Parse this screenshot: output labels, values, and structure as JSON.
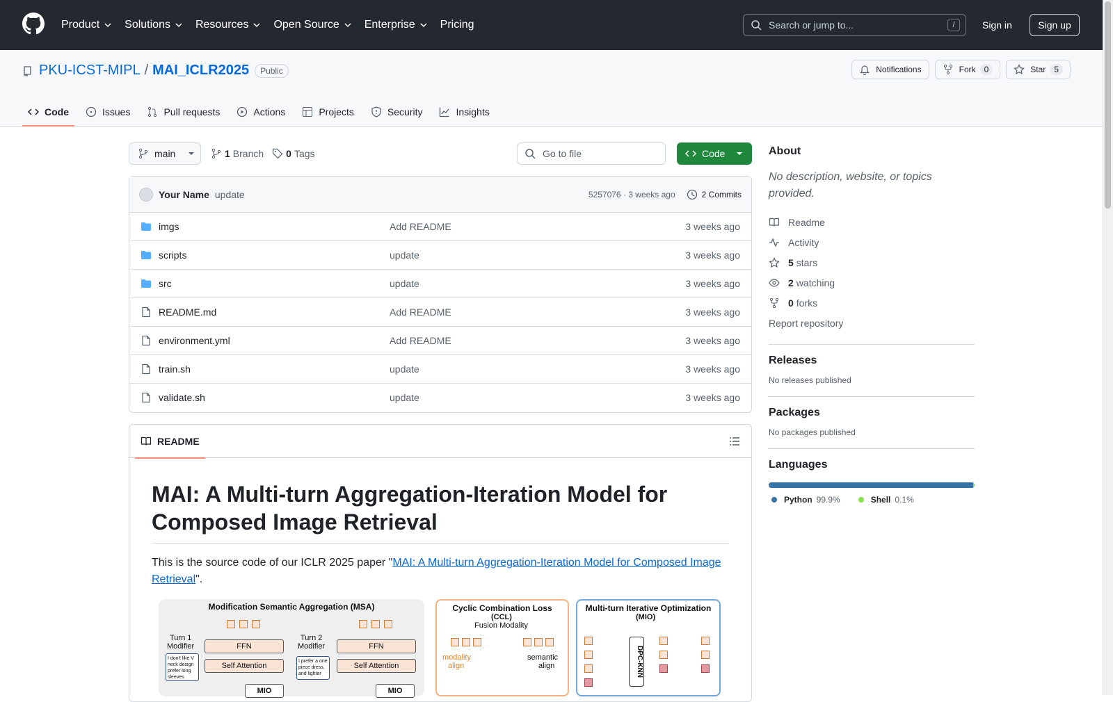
{
  "header": {
    "nav": [
      "Product",
      "Solutions",
      "Resources",
      "Open Source",
      "Enterprise",
      "Pricing"
    ],
    "search_placeholder": "Search or jump to...",
    "slash": "/",
    "signin": "Sign in",
    "signup": "Sign up"
  },
  "repo": {
    "owner": "PKU-ICST-MIPL",
    "sep": "/",
    "name": "MAI_ICLR2025",
    "visibility": "Public",
    "notifications": "Notifications",
    "fork": "Fork",
    "fork_count": "0",
    "star": "Star",
    "star_count": "5",
    "tabs": [
      "Code",
      "Issues",
      "Pull requests",
      "Actions",
      "Projects",
      "Security",
      "Insights"
    ]
  },
  "toolbar": {
    "branch": "main",
    "branch_count": "1",
    "branch_label": "Branch",
    "tag_count": "0",
    "tag_label": "Tags",
    "goto_placeholder": "Go to file",
    "code_btn": "Code"
  },
  "commit": {
    "author": "Your Name",
    "message": "update",
    "hash_time": "5257076 · 3 weeks ago",
    "commits": "2 Commits"
  },
  "files": [
    {
      "name": "imgs",
      "type": "dir",
      "message": "Add README",
      "date": "3 weeks ago"
    },
    {
      "name": "scripts",
      "type": "dir",
      "message": "update",
      "date": "3 weeks ago"
    },
    {
      "name": "src",
      "type": "dir",
      "message": "update",
      "date": "3 weeks ago"
    },
    {
      "name": "README.md",
      "type": "file",
      "message": "Add README",
      "date": "3 weeks ago"
    },
    {
      "name": "environment.yml",
      "type": "file",
      "message": "Add README",
      "date": "3 weeks ago"
    },
    {
      "name": "train.sh",
      "type": "file",
      "message": "update",
      "date": "3 weeks ago"
    },
    {
      "name": "validate.sh",
      "type": "file",
      "message": "update",
      "date": "3 weeks ago"
    }
  ],
  "readme": {
    "tab": "README",
    "title": "MAI: A Multi-turn Aggregation-Iteration Model for Composed Image Retrieval",
    "intro_before": "This is the source code of our ICLR 2025 paper \"",
    "intro_link": "MAI: A Multi-turn Aggregation-Iteration Model for Composed Image Retrieval",
    "intro_after": "\".",
    "figure": {
      "msa_title": "Modification Semantic Aggregation (MSA)",
      "turn1": "Turn 1",
      "turn2": "Turn 2",
      "modifier": "Modifier",
      "ffn": "FFN",
      "self_attention": "Self Attention",
      "mio_short": "MIO",
      "turn1_text": "I don't like V neck design prefer long sleeves",
      "turn2_text": "I prefer a one piece dress, and lighter",
      "ccl_title": "Cyclic Combination Loss",
      "ccl_abbr": "(CCL)",
      "ccl_sub": "Fusion Modality",
      "modality": "modality",
      "align": "align",
      "semantic": "semantic",
      "mio_title": "Multi-turn Iterative Optimization",
      "mio_abbr": "(MIO)",
      "dpc": "DPC-KNN"
    }
  },
  "sidebar": {
    "about": "About",
    "description": "No description, website, or topics provided.",
    "readme": "Readme",
    "activity": "Activity",
    "stars_count": "5",
    "stars": "stars",
    "watching_count": "2",
    "watching": "watching",
    "forks_count": "0",
    "forks": "forks",
    "report": "Report repository",
    "releases": "Releases",
    "no_releases": "No releases published",
    "packages": "Packages",
    "no_packages": "No packages published",
    "languages": "Languages",
    "langs": [
      {
        "name": "Python",
        "pct": "99.9%",
        "color": "#3572A5"
      },
      {
        "name": "Shell",
        "pct": "0.1%",
        "color": "#89e051"
      }
    ]
  }
}
